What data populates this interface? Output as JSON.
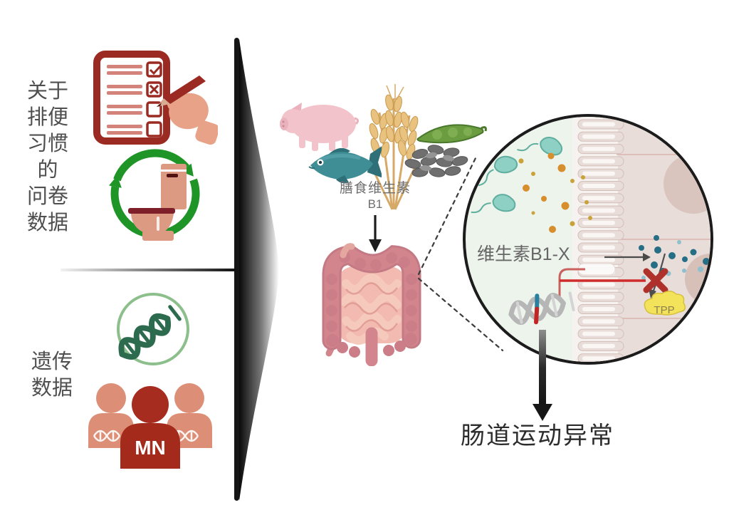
{
  "left_panel": {
    "questionnaire_label_lines": [
      "关于",
      "排便",
      "习惯",
      "的",
      "问卷",
      "数据"
    ],
    "genetic_label_lines": [
      "遗传",
      "数据"
    ],
    "people_badge": "MN"
  },
  "pathway": {
    "dietary_source_label": "膳食维生素",
    "dietary_source_sub": "B1"
  },
  "magnifier": {
    "vitamin_label": "维生素B1-X",
    "tpp_label": "TPP"
  },
  "outcome_label": "肠道运动异常",
  "colors": {
    "dark_red": "#9b2a23",
    "salmon": "#e29b84",
    "checklist_line": "#d4837a",
    "recycle_green": "#1f9427",
    "dna_green": "#2d6b4e",
    "dna_ring_green": "#8cbf8c",
    "pig_pink": "#f3c3cb",
    "wheat_gold": "#e0b36a",
    "bean_green": "#6b9c40",
    "fish_teal": "#3f8e96",
    "seed_gray": "#6f6f6f",
    "intestine_rose": "#d2858d",
    "intestine_light": "#f2bab0",
    "lumen_bg": "#edf4ec",
    "tissue_beige": "#e9ddd9",
    "bacteria_teal": "#8ed0c4",
    "vitamin_dot_orange": "#d78e2d",
    "blue_dot": "#256e85",
    "red_line": "#d02c2c",
    "block_x_red": "#ae322b",
    "tpp_yellow": "#f2e35b",
    "arrow_black": "#161616"
  }
}
